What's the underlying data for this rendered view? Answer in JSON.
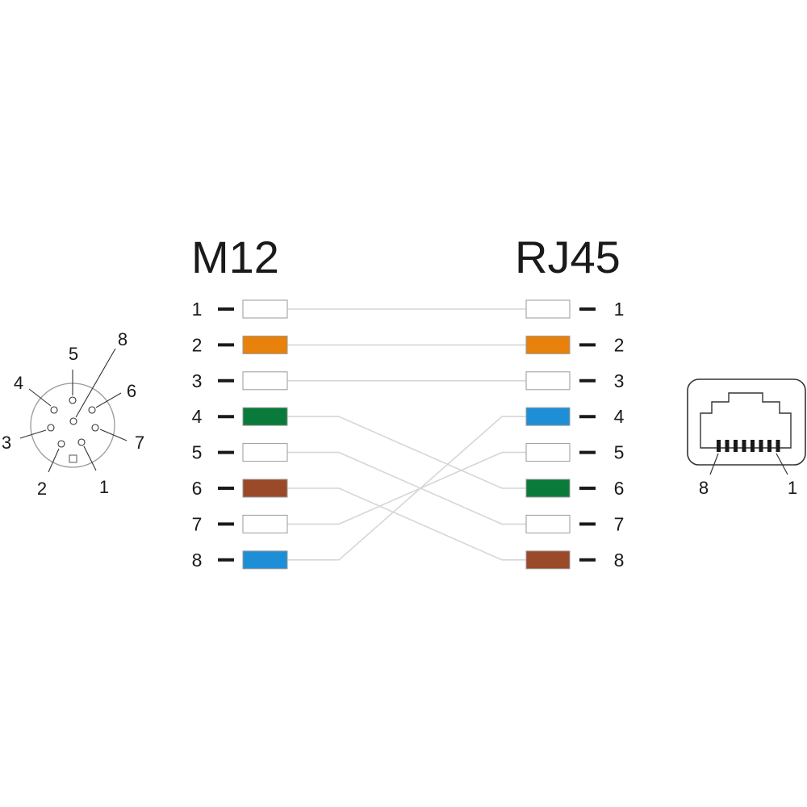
{
  "headers": {
    "left": "M12",
    "right": "RJ45"
  },
  "colors": {
    "white": "#ffffff",
    "orange": "#e8820c",
    "green": "#0a7a3a",
    "blue": "#1e8fd6",
    "brown": "#9a4a28",
    "wire": "#d6d6d6",
    "outline": "#9a9a9a",
    "ink": "#1a1a1a"
  },
  "m12": {
    "pins": [
      {
        "label": "1",
        "color": "white"
      },
      {
        "label": "2",
        "color": "orange"
      },
      {
        "label": "3",
        "color": "white"
      },
      {
        "label": "4",
        "color": "green"
      },
      {
        "label": "5",
        "color": "white"
      },
      {
        "label": "6",
        "color": "brown"
      },
      {
        "label": "7",
        "color": "white"
      },
      {
        "label": "8",
        "color": "blue"
      }
    ]
  },
  "rj45": {
    "pins": [
      {
        "label": "1",
        "color": "white"
      },
      {
        "label": "2",
        "color": "orange"
      },
      {
        "label": "3",
        "color": "white"
      },
      {
        "label": "4",
        "color": "blue"
      },
      {
        "label": "5",
        "color": "white"
      },
      {
        "label": "6",
        "color": "green"
      },
      {
        "label": "7",
        "color": "white"
      },
      {
        "label": "8",
        "color": "brown"
      }
    ]
  },
  "wiring": [
    {
      "m12": "1",
      "rj45": "1"
    },
    {
      "m12": "2",
      "rj45": "2"
    },
    {
      "m12": "3",
      "rj45": "3"
    },
    {
      "m12": "4",
      "rj45": "6"
    },
    {
      "m12": "5",
      "rj45": "7"
    },
    {
      "m12": "6",
      "rj45": "8"
    },
    {
      "m12": "7",
      "rj45": "5"
    },
    {
      "m12": "8",
      "rj45": "4"
    }
  ],
  "m12_connector": {
    "pin_labels": [
      "1",
      "2",
      "3",
      "4",
      "5",
      "6",
      "7",
      "8"
    ]
  },
  "rj45_connector": {
    "left_label": "8",
    "right_label": "1"
  }
}
